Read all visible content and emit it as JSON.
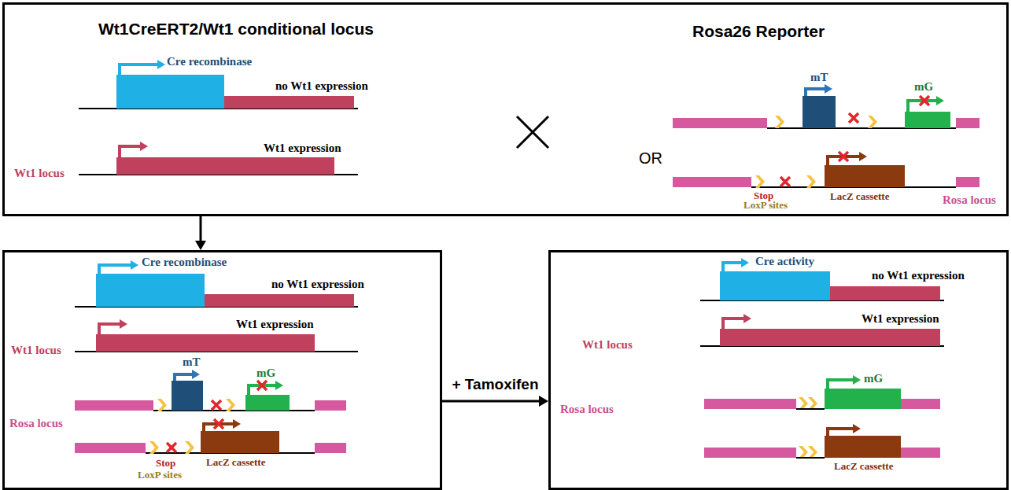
{
  "diagram": {
    "nodes": [
      {
        "text": [
          "Wt1CreERT2/Wt1 conditional locus",
          "Rosa26 Reporter",
          "Cre recombinase",
          "no Wt1 expression",
          "Wt1 locus",
          "Wt1 expression",
          "OR",
          "mT",
          "mG",
          "Rosa locus",
          "Stop",
          "LoxP sites",
          "LacZ cassette"
        ]
      },
      {
        "text": [
          "Cre recombinase",
          "no Wt1 expression",
          "Wt1 locus",
          "Wt1 expression",
          "mT",
          "mG",
          "Rosa locus",
          "Stop",
          "LoxP sites",
          "LacZ cassette"
        ]
      },
      {
        "text": [
          "Cre activity",
          "no Wt1 expression",
          "Wt1 locus",
          "Wt1 expression",
          "mG",
          "Rosa locus",
          "LacZ cassette"
        ]
      }
    ],
    "edges": [
      {
        "from": 0,
        "to": 1,
        "arrow": "to"
      },
      {
        "from": 1,
        "to": 2,
        "arrow": "to",
        "label": "+ Tamoxifen"
      }
    ]
  }
}
